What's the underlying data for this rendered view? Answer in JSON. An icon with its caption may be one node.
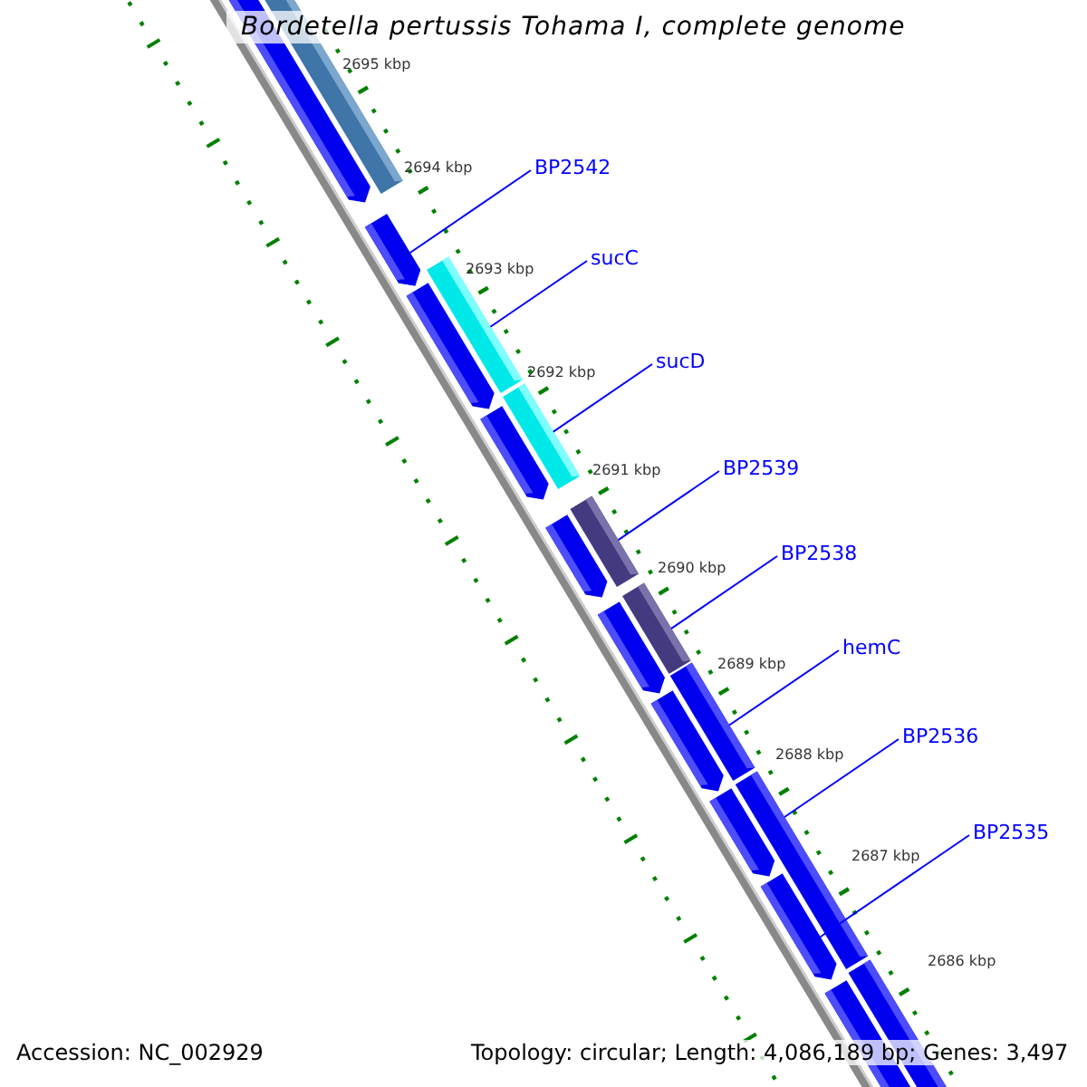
{
  "diagram": {
    "title": "Bordetella pertussis Tohama I, complete genome",
    "nodes": [
      {
        "text": [
          "BP2542"
        ]
      },
      {
        "text": [
          "sucC"
        ]
      },
      {
        "text": [
          "sucD"
        ]
      },
      {
        "text": [
          "BP2539"
        ]
      },
      {
        "text": [
          "BP2538"
        ]
      },
      {
        "text": [
          "hemC"
        ]
      },
      {
        "text": [
          "BP2536"
        ]
      },
      {
        "text": [
          "BP2535"
        ]
      },
      {
        "text": [],
        "shape": "bar"
      },
      {
        "text": [],
        "shape": "bar"
      },
      {
        "text": [],
        "shape": "bar"
      },
      {
        "text": [],
        "shape": "bar"
      },
      {
        "text": [],
        "shape": "bar"
      },
      {
        "text": [],
        "shape": "bar"
      },
      {
        "text": [],
        "shape": "bar"
      },
      {
        "text": [],
        "shape": "bar"
      }
    ],
    "edges": [
      {
        "from": 0,
        "to": 8,
        "arrow": "none"
      },
      {
        "from": 1,
        "to": 9,
        "arrow": "none"
      },
      {
        "from": 2,
        "to": 10,
        "arrow": "none"
      },
      {
        "from": 3,
        "to": 11,
        "arrow": "none"
      },
      {
        "from": 4,
        "to": 12,
        "arrow": "none"
      },
      {
        "from": 5,
        "to": 13,
        "arrow": "none"
      },
      {
        "from": 6,
        "to": 14,
        "arrow": "none"
      },
      {
        "from": 7,
        "to": 15,
        "arrow": "none"
      }
    ],
    "labels": [
      "2695 kbp",
      "2694 kbp",
      "2693 kbp",
      "2692 kbp",
      "2691 kbp",
      "2690 kbp",
      "2689 kbp",
      "2688 kbp",
      "2687 kbp",
      "2686 kbp",
      "Accession: NC_002929",
      "Topology: circular; Length: 4,086,189 bp; Genes: 3,497"
    ]
  }
}
